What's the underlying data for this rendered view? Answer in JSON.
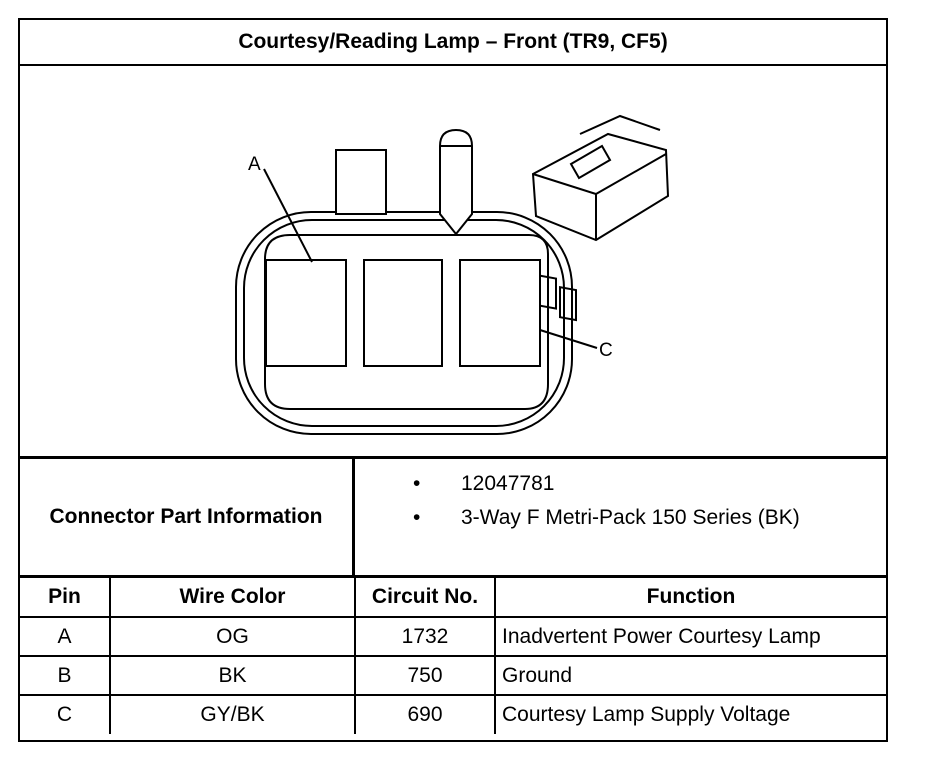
{
  "title": "Courtesy/Reading Lamp – Front (TR9, CF5)",
  "diagram": {
    "label_a": "A",
    "label_c": "C"
  },
  "connector_info": {
    "label": "Connector Part Information",
    "items": [
      "12047781",
      "3-Way F Metri-Pack 150 Series (BK)"
    ],
    "bullet": "•"
  },
  "table": {
    "headers": [
      "Pin",
      "Wire Color",
      "Circuit No.",
      "Function"
    ],
    "rows": [
      [
        "A",
        "OG",
        "1732",
        "Inadvertent Power Courtesy Lamp"
      ],
      [
        "B",
        "BK",
        "750",
        "Ground"
      ],
      [
        "C",
        "GY/BK",
        "690",
        "Courtesy Lamp Supply Voltage"
      ]
    ]
  }
}
